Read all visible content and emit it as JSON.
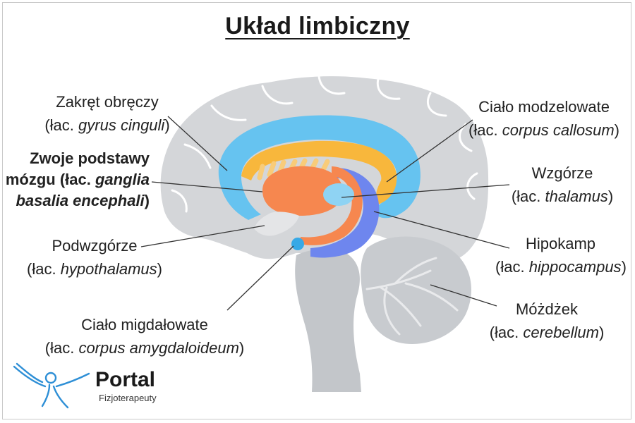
{
  "title": "Układ limbiczny",
  "labels": {
    "gyrus": {
      "name": "Zakręt obręczy",
      "prefix": "łac. ",
      "latin": "gyrus cinguli",
      "suffix": ""
    },
    "basal": {
      "line1": "Zwoje podstawy",
      "line2a": "mózgu (łac. ",
      "line2b": "ganglia",
      "line3": "basalia encephali",
      "line3_suffix": ")"
    },
    "hypothalamus": {
      "name": "Podwzgórze",
      "prefix": "łac. ",
      "latin": "hypothalamus"
    },
    "amygdala": {
      "name": "Ciało migdałowate",
      "prefix": "łac. ",
      "latin": "corpus amygdaloideum"
    },
    "callosum": {
      "name": "Ciało modzelowate",
      "prefix": "łac. ",
      "latin": "corpus callosum"
    },
    "thalamus": {
      "name": "Wzgórze",
      "prefix": "łac. ",
      "latin": "thalamus"
    },
    "hippocampus": {
      "name": "Hipokamp",
      "prefix": "łac. ",
      "latin": "hippocampus"
    },
    "cerebellum": {
      "name": "Móżdżek",
      "prefix": "łac. ",
      "latin": "cerebellum"
    }
  },
  "logo": {
    "name": "Portal",
    "subtitle": "Fizjoterapeuty"
  },
  "colors": {
    "brain": "#d4d6d9",
    "brain_dark": "#b9bcc0",
    "cingulate": "#66c3f0",
    "callosum": "#f8b73c",
    "basal_ganglia": "#f6874f",
    "hippocampus": "#6e86ee",
    "leader_line": "#333333",
    "logo_blue": "#2e8fd6"
  }
}
